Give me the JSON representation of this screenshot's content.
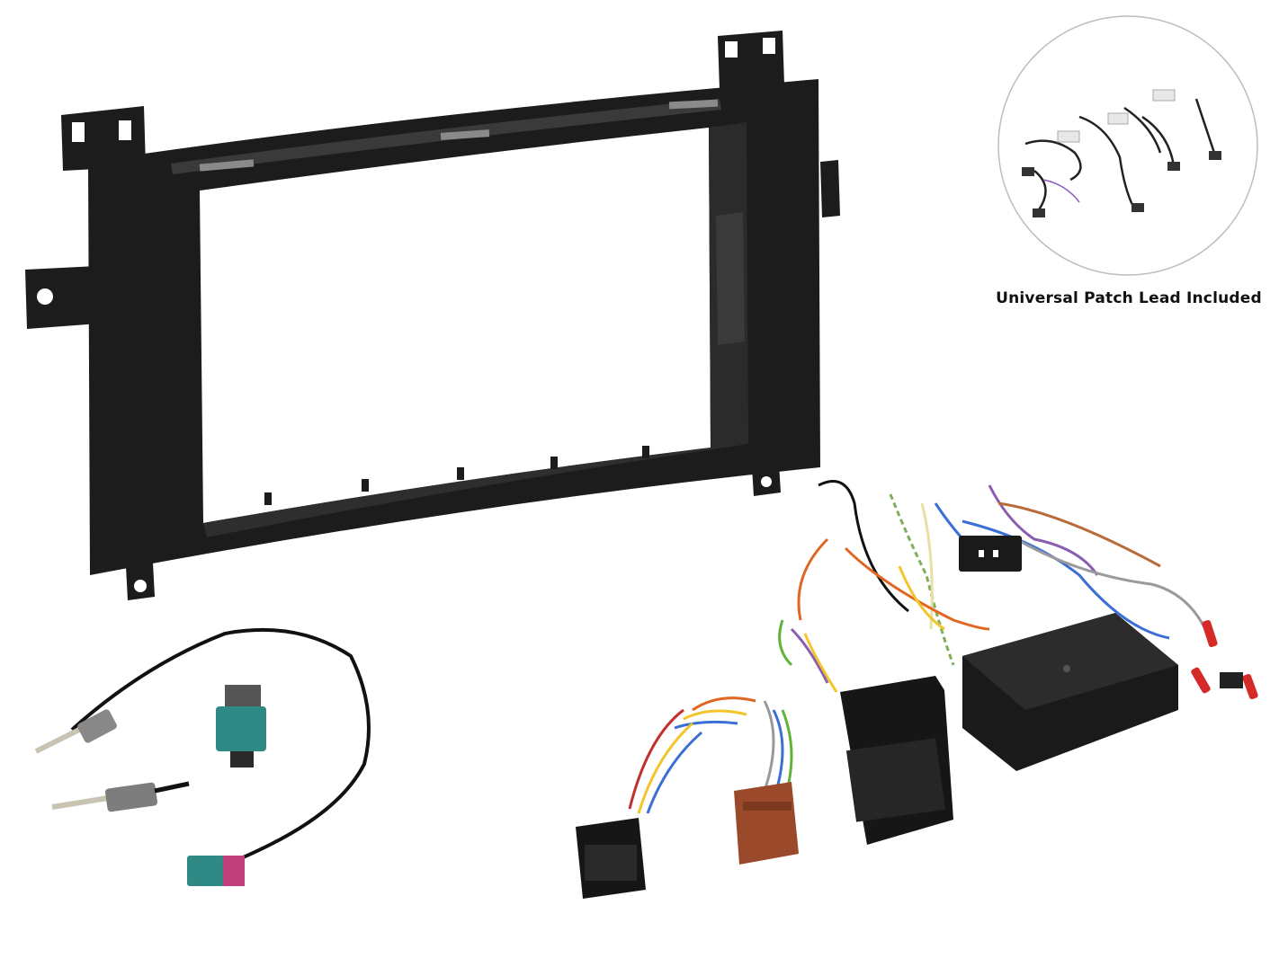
{
  "patch_lead": {
    "caption": "Universal Patch Lead Included"
  },
  "colors": {
    "fascia": "#1c1c1c",
    "fascia_edge": "#2e2e2e",
    "connector_teal": "#2f8a86",
    "connector_pink": "#c2407a",
    "iso_brown": "#9a4a2a",
    "module": "#1a1a1a"
  },
  "icons": [
    "double-din-fascia",
    "interface-module",
    "iso-connector",
    "antenna-adapter"
  ]
}
